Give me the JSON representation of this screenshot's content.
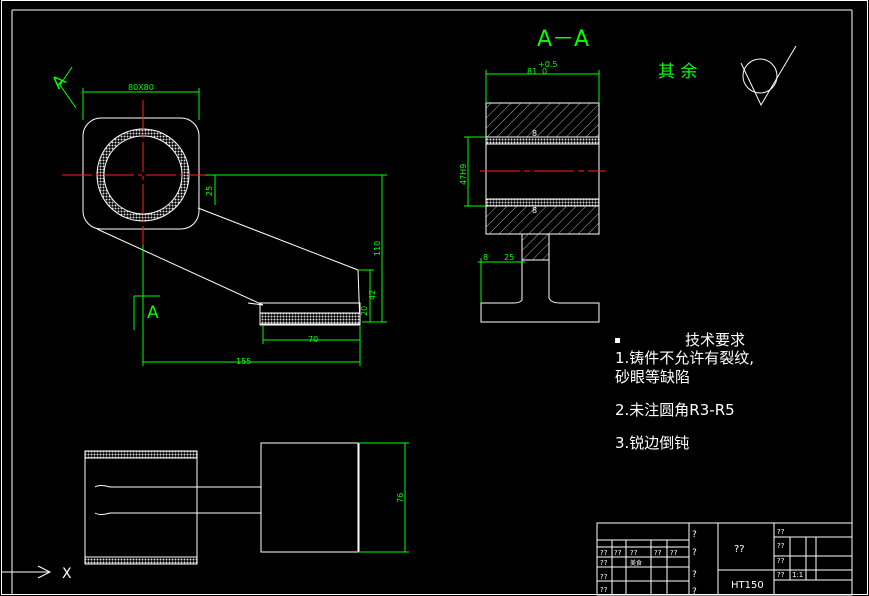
{
  "section_label": "A－A",
  "view_marker": "A",
  "roughness_text": "其 余",
  "dimensions": {
    "top_width": "80X80",
    "offset": "25",
    "height_110": "110",
    "height_42": "42",
    "dia_20": "20",
    "width_70": "70",
    "length_155": "155",
    "section_width": "81",
    "section_tol_upper": "+0.5",
    "section_tol_lower": "0",
    "bore": "47H9",
    "sec_25": "25",
    "sec_8": "8",
    "bottom_76": "76"
  },
  "tech_requirements": {
    "title": "技术要求",
    "items": [
      "1.铸件不允许有裂纹,",
      "砂眼等缺陷",
      "2.未注圆角R3-R5",
      "3.锐边倒钝"
    ]
  },
  "title_block": {
    "q_marks": "??",
    "q_single": "?",
    "material": "HT150",
    "scale": "1:1",
    "small_label": "美食"
  },
  "ucs": {
    "x_label": "X"
  },
  "colors": {
    "background": "#000000",
    "line": "#ffffff",
    "dimension": "#00ff00",
    "center": "#ff0000",
    "hatch": "#bbbbbb"
  }
}
